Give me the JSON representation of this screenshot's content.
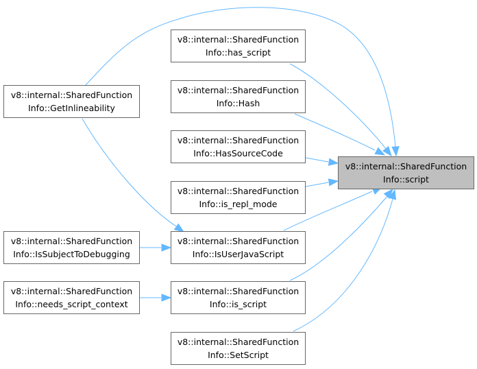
{
  "colors": {
    "edge": "#63b8ff",
    "node_border": "#666666",
    "node_fill": "#ffffff",
    "target_fill": "#bfbfbf"
  },
  "nodes": {
    "script": {
      "line1": "v8::internal::SharedFunction",
      "line2": "Info::script"
    },
    "has_script": {
      "line1": "v8::internal::SharedFunction",
      "line2": "Info::has_script"
    },
    "hash": {
      "line1": "v8::internal::SharedFunction",
      "line2": "Info::Hash"
    },
    "has_source_code": {
      "line1": "v8::internal::SharedFunction",
      "line2": "Info::HasSourceCode"
    },
    "is_repl_mode": {
      "line1": "v8::internal::SharedFunction",
      "line2": "Info::is_repl_mode"
    },
    "is_user_javascript": {
      "line1": "v8::internal::SharedFunction",
      "line2": "Info::IsUserJavaScript"
    },
    "is_script": {
      "line1": "v8::internal::SharedFunction",
      "line2": "Info::is_script"
    },
    "set_script": {
      "line1": "v8::internal::SharedFunction",
      "line2": "Info::SetScript"
    },
    "get_inlineability": {
      "line1": "v8::internal::SharedFunction",
      "line2": "Info::GetInlineability"
    },
    "is_subject_to_debugging": {
      "line1": "v8::internal::SharedFunction",
      "line2": "Info::IsSubjectToDebugging"
    },
    "needs_script_context": {
      "line1": "v8::internal::SharedFunction",
      "line2": "Info::needs_script_context"
    }
  },
  "edges": [
    {
      "from": "has_script",
      "to": "script"
    },
    {
      "from": "hash",
      "to": "script"
    },
    {
      "from": "has_source_code",
      "to": "script"
    },
    {
      "from": "is_repl_mode",
      "to": "script"
    },
    {
      "from": "is_user_javascript",
      "to": "script"
    },
    {
      "from": "is_script",
      "to": "script"
    },
    {
      "from": "set_script",
      "to": "script"
    },
    {
      "from": "get_inlineability",
      "to": "script"
    },
    {
      "from": "get_inlineability",
      "to": "is_user_javascript"
    },
    {
      "from": "is_subject_to_debugging",
      "to": "is_user_javascript"
    },
    {
      "from": "needs_script_context",
      "to": "is_script"
    }
  ]
}
